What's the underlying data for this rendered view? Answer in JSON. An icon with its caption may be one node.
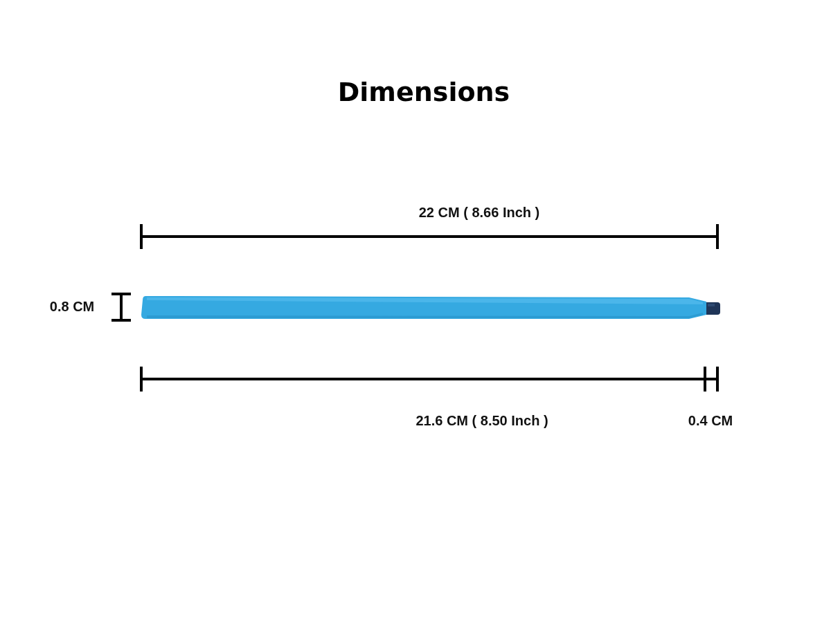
{
  "diagram": {
    "title": "Dimensions",
    "labels": [
      "22 CM ( 8.66 Inch )",
      "0.8 CM",
      "21.6 CM ( 8.50 Inch )",
      "0.4 CM"
    ]
  }
}
